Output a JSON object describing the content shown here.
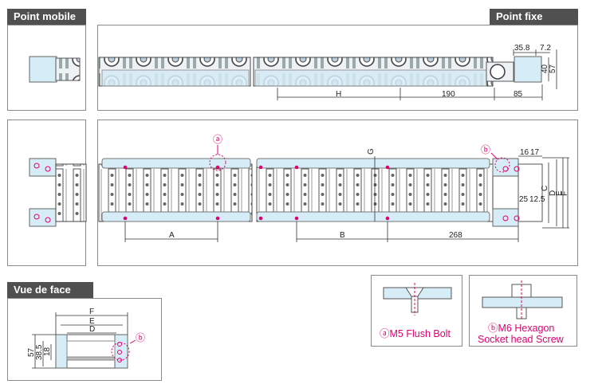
{
  "labels": {
    "moving_end": "Point mobile",
    "fixed_end": "Point fixe",
    "front_view": "Vue de face"
  },
  "top_dims": {
    "d1": "35.8",
    "d2": "7.2",
    "d3": "40",
    "d4": "57",
    "H": "H",
    "d190": "190",
    "d85": "85"
  },
  "mid_dims": {
    "A": "A",
    "B": "B",
    "d268": "268",
    "G": "G",
    "C": "C",
    "D": "D",
    "E": "E",
    "F": "F",
    "d16": "16",
    "d17": "17",
    "d25": "25",
    "d125": "12.5"
  },
  "front_dims": {
    "F": "F",
    "E": "E",
    "D": "D",
    "d57": "57",
    "d385": "38.5",
    "d18": "18"
  },
  "markers": {
    "a": "ⓐ",
    "b": "ⓑ"
  },
  "bolt_captions": {
    "a": "ⓐM5 Flush Bolt",
    "b_line1": "ⓑM6 Hexagon",
    "b_line2": "Socket head Screw"
  },
  "colors": {
    "accent": "#e0006e",
    "tag_bg": "#505050",
    "plate": "#d6ecf7"
  }
}
